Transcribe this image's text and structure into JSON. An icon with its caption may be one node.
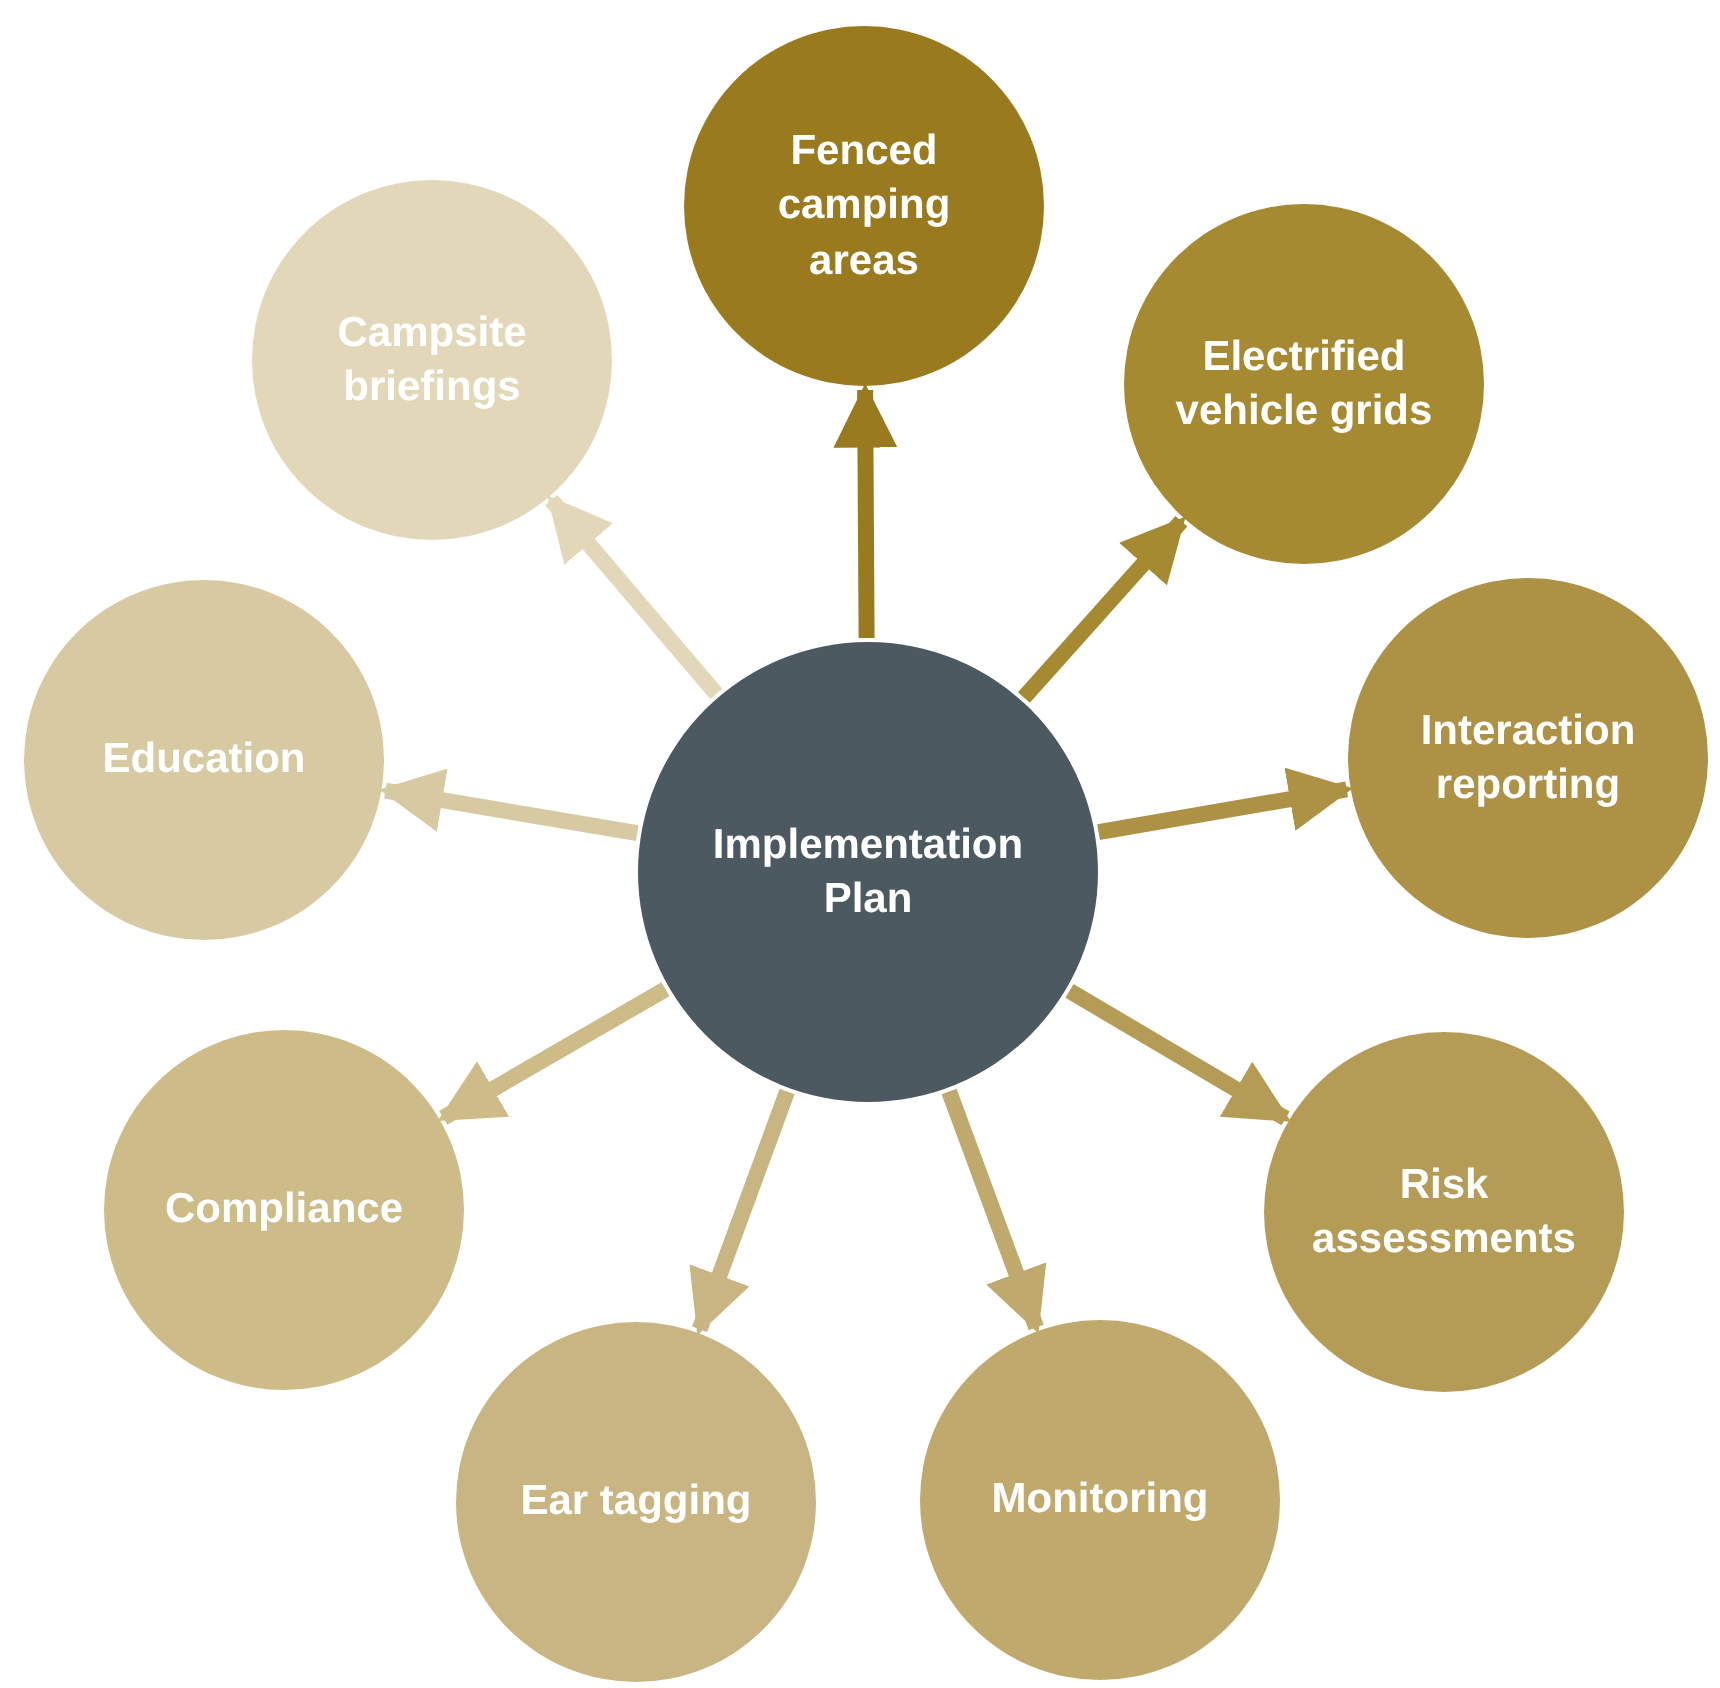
{
  "diagram": {
    "nodes": [
      {
        "text": [
          "Implementation Plan"
        ]
      },
      {
        "text": [
          "Fenced camping areas"
        ]
      },
      {
        "text": [
          "Electrified vehicle grids"
        ]
      },
      {
        "text": [
          "Interaction reporting"
        ]
      },
      {
        "text": [
          "Risk assessments"
        ]
      },
      {
        "text": [
          "Monitoring"
        ]
      },
      {
        "text": [
          "Ear tagging"
        ]
      },
      {
        "text": [
          "Compliance"
        ]
      },
      {
        "text": [
          "Education"
        ]
      },
      {
        "text": [
          "Campsite briefings"
        ]
      }
    ],
    "edges": [
      {
        "from": 0,
        "to": 1,
        "arrow": "to",
        "color": "#9a7a1e"
      },
      {
        "from": 0,
        "to": 2,
        "arrow": "to",
        "color": "#a58a32"
      },
      {
        "from": 0,
        "to": 3,
        "arrow": "to",
        "color": "#ad9144"
      },
      {
        "from": 0,
        "to": 4,
        "arrow": "to",
        "color": "#b59c56"
      },
      {
        "from": 0,
        "to": 5,
        "arrow": "to",
        "color": "#bfa96c"
      },
      {
        "from": 0,
        "to": 6,
        "arrow": "to",
        "color": "#c9b581"
      },
      {
        "from": 0,
        "to": 7,
        "arrow": "to",
        "color": "#cdbb88"
      },
      {
        "from": 0,
        "to": 8,
        "arrow": "to",
        "color": "#d7c9a1"
      },
      {
        "from": 0,
        "to": 9,
        "arrow": "to",
        "color": "#e2d8b9"
      }
    ]
  }
}
